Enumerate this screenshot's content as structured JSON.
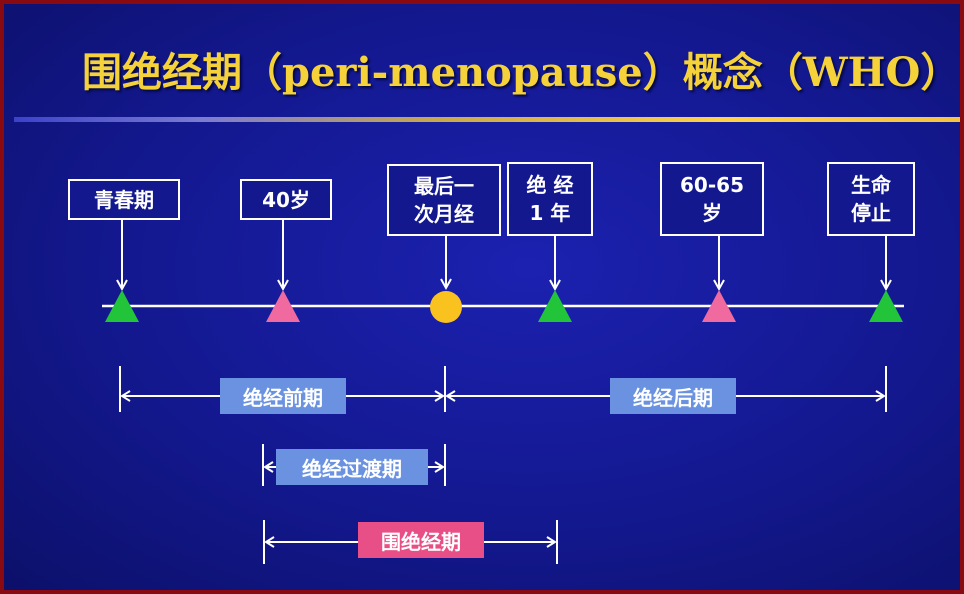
{
  "title": "围绝经期（peri-menopause）概念（WHO）",
  "milestones": [
    {
      "id": "puberty",
      "label": "青春期",
      "marker": "triangle",
      "color": "#22c43a"
    },
    {
      "id": "age40",
      "label": "40岁",
      "marker": "triangle",
      "color": "#f06aa0"
    },
    {
      "id": "last-menses",
      "label": "最后一\n次月经",
      "marker": "circle",
      "color": "#f9c21e"
    },
    {
      "id": "menopause-1yr",
      "label": "绝 经\n1  年",
      "marker": "triangle",
      "color": "#22c43a"
    },
    {
      "id": "age60-65",
      "label": "60-65\n岁",
      "marker": "triangle",
      "color": "#f06aa0"
    },
    {
      "id": "end-of-life",
      "label": "生命\n停止",
      "marker": "triangle",
      "color": "#22c43a"
    }
  ],
  "spans": [
    {
      "label": "绝经前期",
      "color": "#6a92e0"
    },
    {
      "label": "绝经后期",
      "color": "#6a92e0"
    },
    {
      "label": "绝经过渡期",
      "color": "#6a92e0"
    },
    {
      "label": "围绝经期",
      "color": "#e84f86"
    }
  ]
}
